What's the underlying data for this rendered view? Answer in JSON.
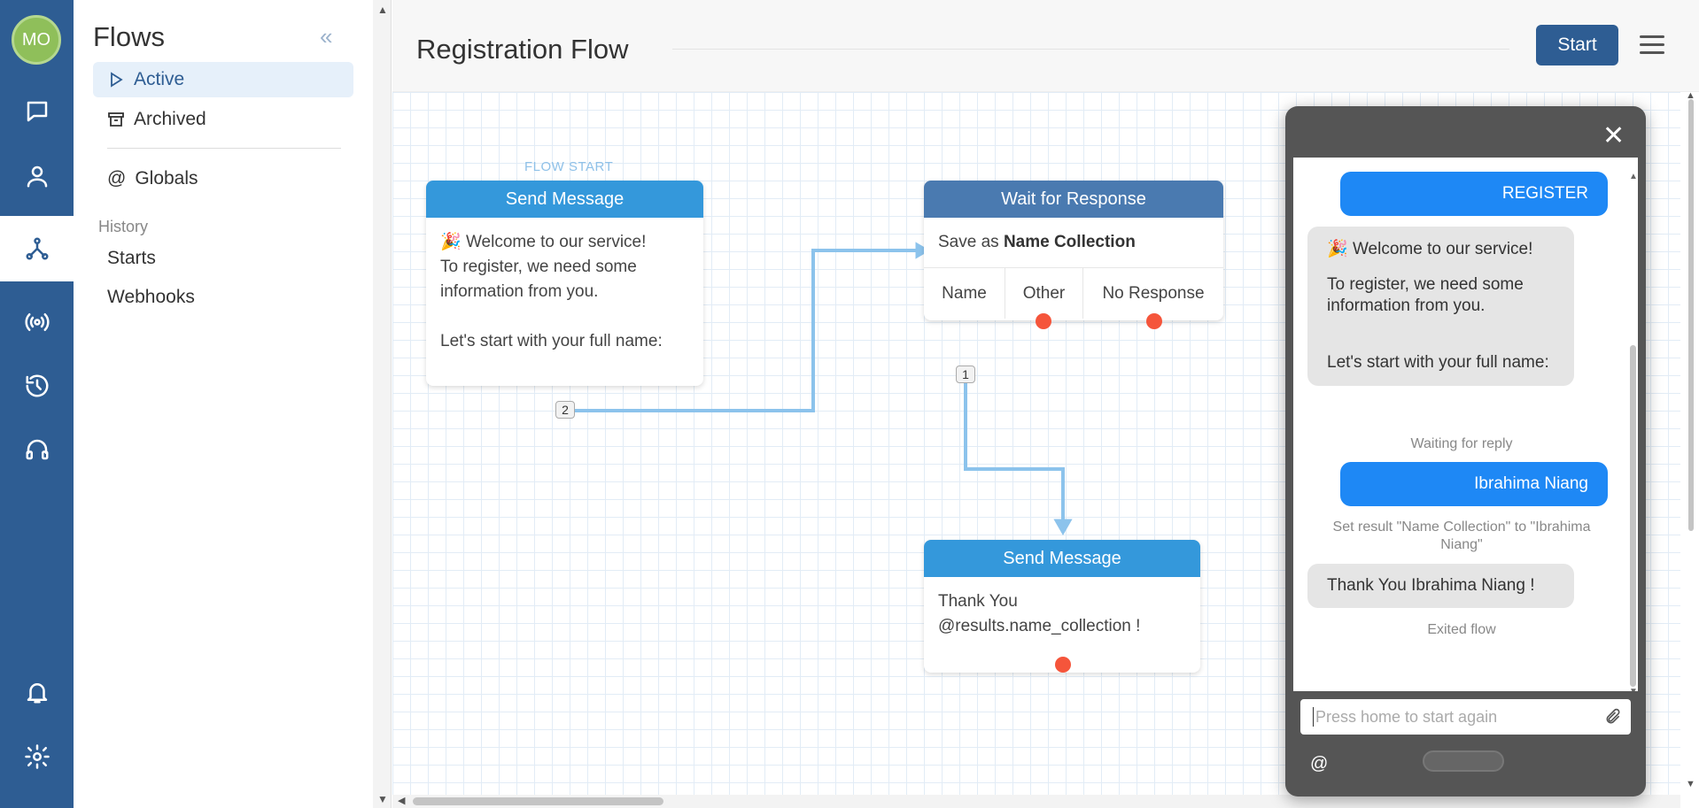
{
  "rail": {
    "avatar_initials": "MO",
    "items": [
      "chat-icon",
      "contact-icon",
      "flows-icon",
      "broadcast-icon",
      "history-icon",
      "support-icon",
      "bell-icon",
      "gear-icon"
    ],
    "active": "flows-icon"
  },
  "sidenav": {
    "title": "Flows",
    "collapse": "«",
    "items": [
      {
        "label": "Active",
        "icon": "play-icon",
        "selected": true
      },
      {
        "label": "Archived",
        "icon": "archive-icon",
        "selected": false
      },
      {
        "label": "Globals",
        "icon": "at-icon",
        "selected": false
      }
    ],
    "group_label": "History",
    "sub_items": [
      "Starts",
      "Webhooks"
    ]
  },
  "header": {
    "title": "Registration Flow",
    "start_label": "Start"
  },
  "flow": {
    "flow_start_label": "FLOW START",
    "node1": {
      "type": "Send Message",
      "line1": "Welcome to our service!",
      "line2": "To register, we need some information from you.",
      "line3": "Let's start with your full name:",
      "count": "2"
    },
    "node2": {
      "type": "Wait for Response",
      "save_prefix": "Save as",
      "save_name": "Name Collection",
      "categories": [
        "Name",
        "Other",
        "No Response"
      ],
      "count": "1"
    },
    "node3": {
      "type": "Send Message",
      "text": "Thank You @results.name_collection !"
    },
    "colors": {
      "send_header": "#3498db",
      "wait_header": "#4a7ab0",
      "exit_dot": "#f5553b",
      "connector": "#8cc3ec"
    }
  },
  "simulator": {
    "messages": {
      "register": "REGISTER",
      "welcome_line1": "Welcome to our service!",
      "welcome_line2": "To register, we need some information from you.",
      "welcome_line3": "Let's start with your full name:",
      "waiting": "Waiting for reply",
      "reply": "Ibrahima Niang",
      "set_result": "Set result \"Name Collection\" to \"Ibrahima Niang\"",
      "thanks": "Thank You Ibrahima Niang !",
      "exited": "Exited flow"
    },
    "input_placeholder": "Press home to start again",
    "at_symbol": "@"
  }
}
